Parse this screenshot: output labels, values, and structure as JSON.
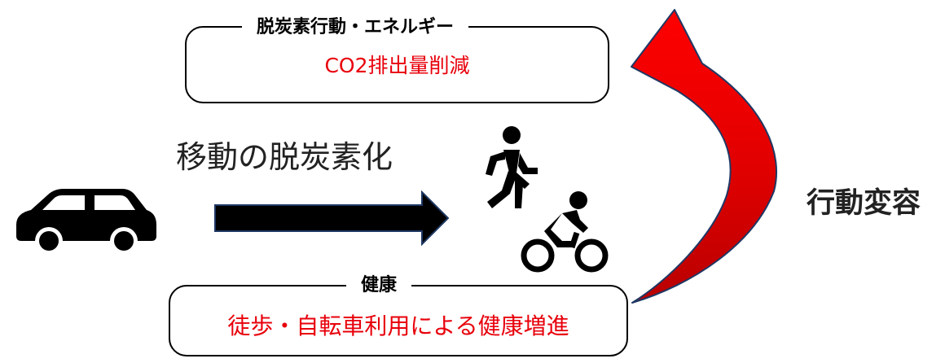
{
  "top_box": {
    "title": "脱炭素行動・エネルギー",
    "text": "CO2排出量削減"
  },
  "bottom_box": {
    "title": "健康",
    "text": "徒歩・自転車利用による健康増進"
  },
  "center_label": "移動の脱炭素化",
  "side_label": "行動変容",
  "colors": {
    "accent_text": "#e8000b",
    "arrow_red": "#e00000",
    "arrow_dark_red": "#b80000",
    "arrow_navy": "#1f3864",
    "black": "#000000"
  },
  "icons": {
    "car": "car-icon",
    "walker": "walking-person-icon",
    "cyclist": "cyclist-icon"
  }
}
